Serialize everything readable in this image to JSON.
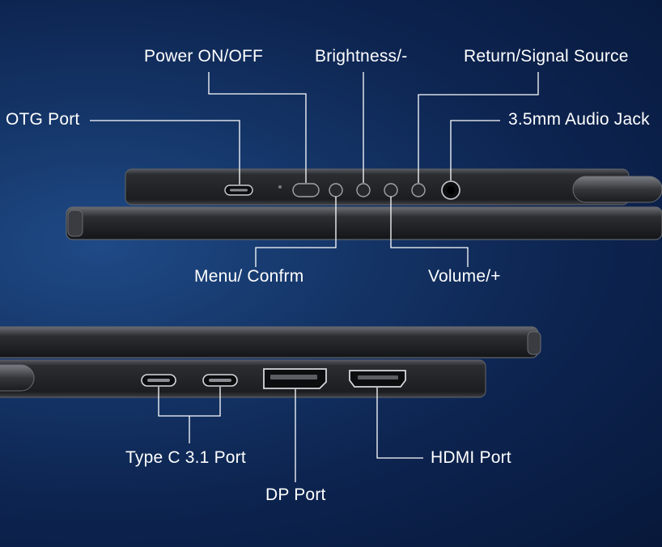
{
  "labels": {
    "power": "Power ON/OFF",
    "brightness": "Brightness/-",
    "return_signal": "Return/Signal Source",
    "otg": "OTG Port",
    "audio": "3.5mm Audio Jack",
    "menu": "Menu/ Confrm",
    "volume": "Volume/+",
    "typec": "Type C 3.1 Port",
    "hdmi": "HDMI Port",
    "dp": "DP Port"
  },
  "colors": {
    "background": "#0d2450",
    "label_text": "#ffffff",
    "leader_line": "#ffffff",
    "device_body": "#2a2c30"
  },
  "icons": [
    "usb-c-port-icon",
    "button-icon",
    "audio-jack-icon",
    "hdmi-port-icon",
    "displayport-icon",
    "kickstand-icon"
  ]
}
